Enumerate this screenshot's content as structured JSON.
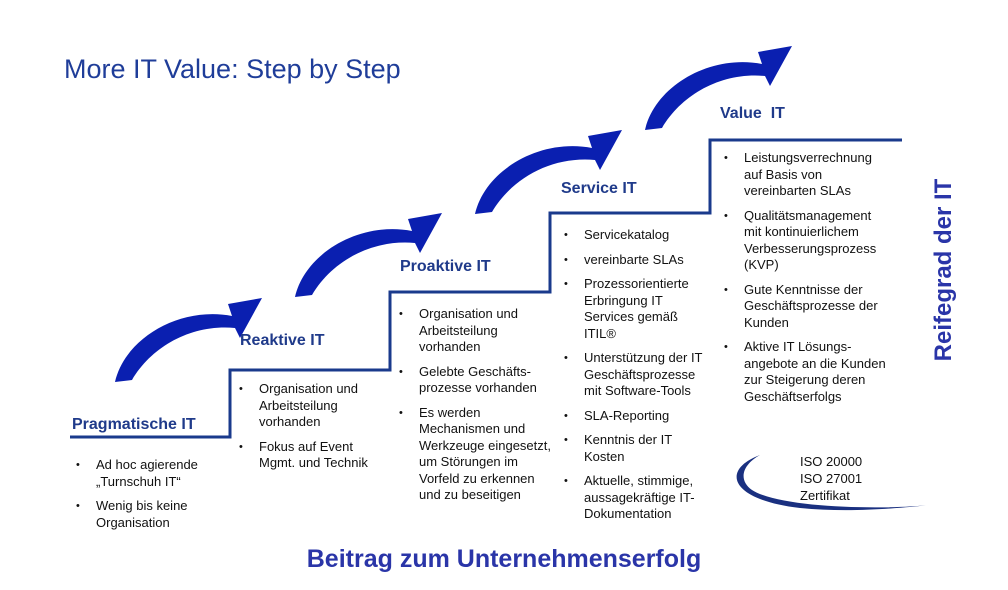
{
  "title": "More IT Value: Step by Step",
  "y_axis_label": "Reifegrad der IT",
  "x_axis_label": "Beitrag zum Unternehmenserfolg",
  "colors": {
    "title": "#1f3d99",
    "step_line": "#1a3a8c",
    "arrow": "#0a1fb0",
    "axis_label": "#2a35a8"
  },
  "steps": [
    {
      "name": "Pragmatische IT",
      "bullets": [
        "Ad hoc agierende „Turnschuh IT“",
        " Wenig bis keine Organisation"
      ]
    },
    {
      "name": "Reaktive IT",
      "bullets": [
        "Organisation und Arbeitsteilung vorhanden",
        "Fokus auf Event Mgmt. und Technik"
      ]
    },
    {
      "name": "Proaktive IT",
      "bullets": [
        "Organisation und Arbeitsteilung vorhanden",
        "Gelebte Geschäfts-prozesse vorhanden",
        "Es werden Mechanismen und Werkzeuge eingesetzt, um Störungen im Vorfeld zu erkennen und zu beseitigen"
      ]
    },
    {
      "name": "Service IT",
      "bullets": [
        "Servicekatalog",
        "vereinbarte SLAs",
        "Prozessorientierte Erbringung IT Services gemäß ITIL®",
        "Unterstützung der IT Geschäftsprozesse mit Software-Tools",
        "SLA-Reporting",
        "Kenntnis der IT Kosten",
        "Aktuelle, stimmige, aussagekräftige IT-Dokumentation"
      ]
    },
    {
      "name": "Value  IT",
      "bullets": [
        "Leistungsverrechnung auf Basis von vereinbarten SLAs",
        "Qualitätsmanagement mit kontinuierlichem Verbesserungsprozess (KVP)",
        "Gute Kenntnisse der Geschäftsprozesse der Kunden",
        "Aktive IT Lösungs-angebote an die Kunden zur Steigerung deren Geschäftserfolgs"
      ]
    }
  ],
  "certificate": {
    "lines": [
      "ISO 20000",
      "ISO 27001",
      "Zertifikat"
    ]
  }
}
